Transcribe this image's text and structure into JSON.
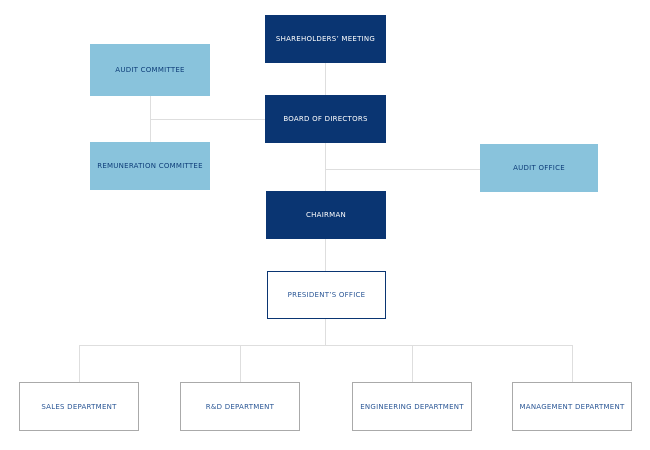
{
  "diagram": {
    "type": "org-chart",
    "colors": {
      "navy": "#0a3572",
      "light_blue": "#89c3dc",
      "connector": "#dedede",
      "gray_border": "#aaaaaa",
      "navy_text_on_white": "#2b5796",
      "navy_text_on_light_blue": "#0f3e79",
      "text_on_navy": "#ffffff"
    },
    "nodes": [
      {
        "id": "shareholders-meeting",
        "label": "SHAREHOLDERS’ MEETING",
        "style": "navy"
      },
      {
        "id": "audit-committee",
        "label": "AUDIT COMMITTEE",
        "style": "light-blue"
      },
      {
        "id": "board-of-directors",
        "label": "BOARD OF DIRECTORS",
        "style": "navy"
      },
      {
        "id": "remuneration-committee",
        "label": "REMUNERATION COMMITTEE",
        "style": "light-blue"
      },
      {
        "id": "audit-office",
        "label": "AUDIT OFFICE",
        "style": "light-blue"
      },
      {
        "id": "chairman",
        "label": "CHAIRMAN",
        "style": "navy"
      },
      {
        "id": "presidents-office",
        "label": "PRESIDENT’S OFFICE",
        "style": "outline"
      },
      {
        "id": "sales-department",
        "label": "SALES DEPARTMENT",
        "style": "plain"
      },
      {
        "id": "rd-department",
        "label": "R&D DEPARTMENT",
        "style": "plain"
      },
      {
        "id": "engineering-department",
        "label": "ENGINEERING DEPARTMENT",
        "style": "plain"
      },
      {
        "id": "management-department",
        "label": "MANAGEMENT DEPARTMENT",
        "style": "plain"
      }
    ],
    "edges": [
      {
        "from": "shareholders-meeting",
        "to": "board-of-directors"
      },
      {
        "from": "board-of-directors",
        "to": "audit-committee"
      },
      {
        "from": "board-of-directors",
        "to": "remuneration-committee"
      },
      {
        "from": "board-of-directors",
        "to": "chairman"
      },
      {
        "from": "board-of-directors",
        "to": "audit-office"
      },
      {
        "from": "chairman",
        "to": "presidents-office"
      },
      {
        "from": "presidents-office",
        "to": "sales-department"
      },
      {
        "from": "presidents-office",
        "to": "rd-department"
      },
      {
        "from": "presidents-office",
        "to": "engineering-department"
      },
      {
        "from": "presidents-office",
        "to": "management-department"
      }
    ]
  }
}
